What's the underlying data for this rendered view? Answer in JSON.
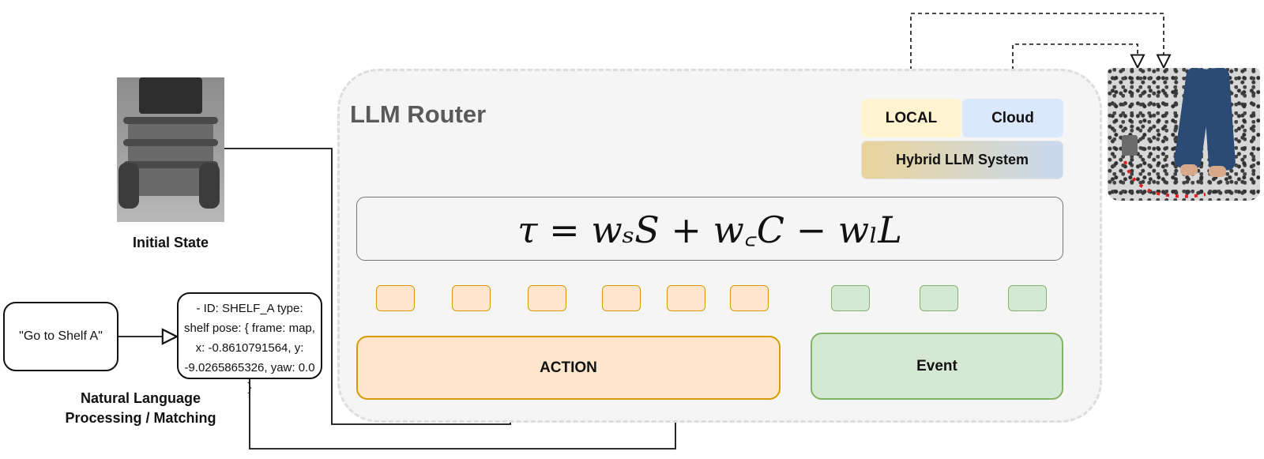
{
  "router": {
    "title": "LLM Router",
    "tags": {
      "local": "LOCAL",
      "cloud": "Cloud",
      "hybrid": "Hybrid LLM System"
    },
    "formula": "τ = wₛS + w꜀C − wₗL",
    "action_label": "ACTION",
    "event_label": "Event",
    "action_slot_count": 6,
    "event_slot_count": 3
  },
  "initial_state": {
    "caption": "Initial State"
  },
  "input_node": {
    "text": "\"Go to Shelf A\""
  },
  "shelf_node": {
    "lines": [
      "- ID: SHELF_A    type:",
      "shelf  pose: { frame: map,",
      "x: -0.8610791564, y:",
      "-9.0265865326, yaw: 0.0 }"
    ]
  },
  "nlp_caption": {
    "line1": "Natural Language",
    "line2": "Processing / Matching"
  },
  "colors": {
    "action_fill": "#ffe6cc",
    "action_stroke": "#d79b00",
    "event_fill": "#d5e8d4",
    "event_stroke": "#82b366",
    "local_fill": "#fff3d0",
    "cloud_fill": "#dae8fc",
    "panel_fill": "#f5f5f5",
    "path_red": "#e02020"
  }
}
